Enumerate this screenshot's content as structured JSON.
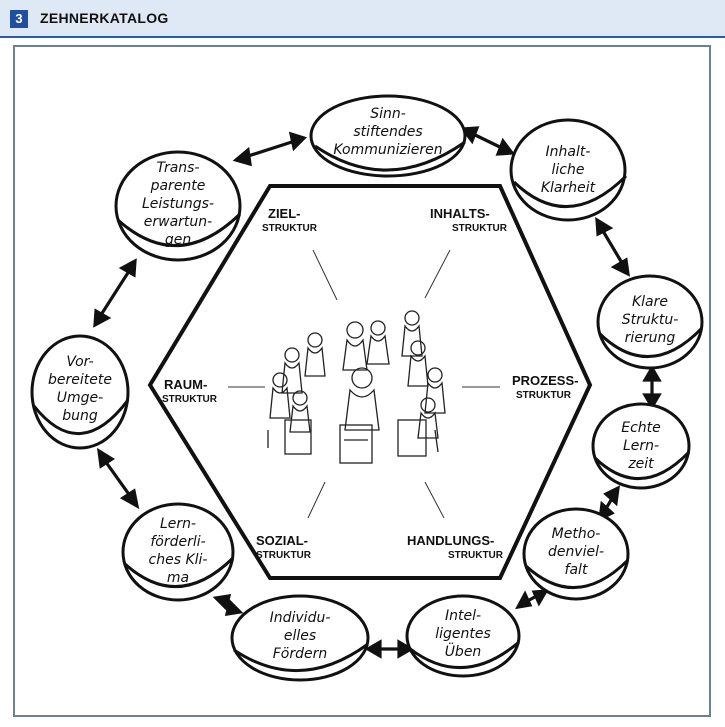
{
  "header": {
    "number": "3",
    "title": "ZEHNERKATALOG"
  },
  "structures": [
    {
      "id": "ziel",
      "name": "ZIEL-",
      "suffix": "STRUKTUR"
    },
    {
      "id": "inhalts",
      "name": "INHALTS-",
      "suffix": "STRUKTUR"
    },
    {
      "id": "raum",
      "name": "RAUM-",
      "suffix": "STRUKTUR"
    },
    {
      "id": "prozess",
      "name": "PROZESS-",
      "suffix": "STRUKTUR"
    },
    {
      "id": "sozial",
      "name": "SOZIAL-",
      "suffix": "STRUKTUR"
    },
    {
      "id": "handlungs",
      "name": "HANDLUNGS-",
      "suffix": "STRUKTUR"
    }
  ],
  "bubbles": [
    {
      "id": "sinnstiftendes",
      "lines": [
        "Sinn-",
        "stiftendes",
        "Kommunizieren"
      ]
    },
    {
      "id": "inhaltliche",
      "lines": [
        "Inhalt-",
        "liche",
        "Klarheit"
      ]
    },
    {
      "id": "klare",
      "lines": [
        "Klare",
        "Struktu-",
        "rierung"
      ]
    },
    {
      "id": "echte",
      "lines": [
        "Echte",
        "Lern-",
        "zeit"
      ]
    },
    {
      "id": "methoden",
      "lines": [
        "Metho-",
        "denviel-",
        "falt"
      ]
    },
    {
      "id": "intelligentes",
      "lines": [
        "Intel-",
        "ligentes",
        "Üben"
      ]
    },
    {
      "id": "individuelles",
      "lines": [
        "Individu-",
        "elles",
        "Fördern"
      ]
    },
    {
      "id": "lernfoerderliches",
      "lines": [
        "Lern-",
        "förderli-",
        "ches Kli-",
        "ma"
      ]
    },
    {
      "id": "vorbereitete",
      "lines": [
        "Vor-",
        "bereitete",
        "Umge-",
        "bung"
      ]
    },
    {
      "id": "transparente",
      "lines": [
        "Trans-",
        "parente",
        "Leistungs-",
        "erwartun-",
        "gen"
      ]
    }
  ]
}
